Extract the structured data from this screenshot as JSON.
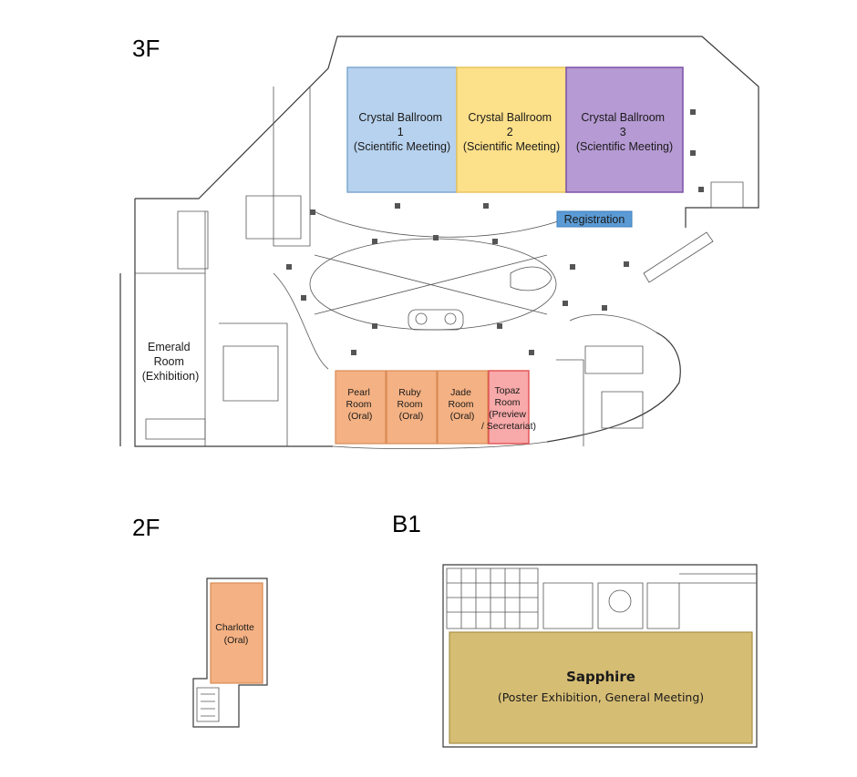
{
  "floors": {
    "f3": {
      "label": "3F",
      "rooms": {
        "crystal1": {
          "lines": [
            "Crystal Ballroom",
            "1",
            "(Scientific Meeting)"
          ],
          "color": "#b7d2ee"
        },
        "crystal2": {
          "lines": [
            "Crystal Ballroom",
            "2",
            "(Scientific Meeting)"
          ],
          "color": "#fde08a"
        },
        "crystal3": {
          "lines": [
            "Crystal Ballroom",
            "3",
            "(Scientific Meeting)"
          ],
          "color": "#b69ad3"
        },
        "registration": {
          "lines": [
            "Registration"
          ],
          "color": "#5b9bd5"
        },
        "emerald": {
          "lines": [
            "Emerald",
            "Room",
            "(Exhibition)"
          ]
        },
        "pearl": {
          "lines": [
            "Pearl",
            "Room",
            "(Oral)"
          ],
          "color": "#f4b183"
        },
        "ruby": {
          "lines": [
            "Ruby",
            "Room",
            "(Oral)"
          ],
          "color": "#f4b183"
        },
        "jade": {
          "lines": [
            "Jade",
            "Room",
            "(Oral)"
          ],
          "color": "#f4b183"
        },
        "topaz": {
          "lines": [
            "Topaz",
            "Room",
            "(Preview",
            "/ Secretariat)"
          ],
          "color": "#f8a9a9"
        }
      }
    },
    "f2": {
      "label": "2F",
      "rooms": {
        "charlotte": {
          "lines": [
            "Charlotte",
            "(Oral)"
          ],
          "color": "#f4b183"
        }
      }
    },
    "b1": {
      "label": "B1",
      "rooms": {
        "sapphire": {
          "title": "Sapphire",
          "subtitle": "(Poster Exhibition, General Meeting)",
          "color": "#d6bd74"
        }
      }
    }
  }
}
